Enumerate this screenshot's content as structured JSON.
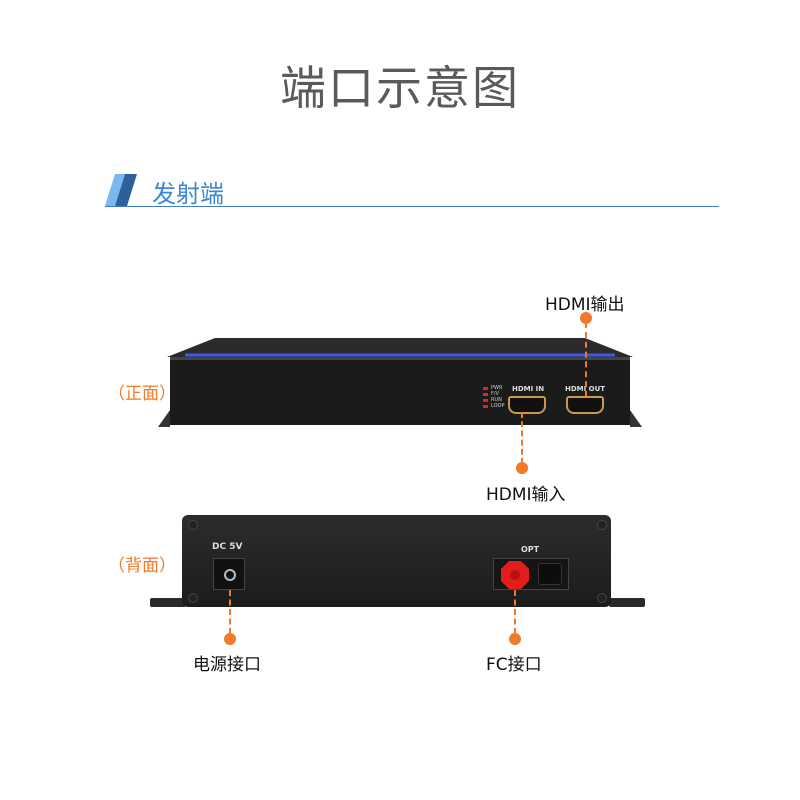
{
  "title": "端口示意图",
  "section": {
    "title": "发射端"
  },
  "front": {
    "view_label": "（正面）",
    "leds": [
      "PWR",
      "F/V",
      "RUN",
      "LOOP"
    ],
    "port_in_label": "HDMI IN",
    "port_out_label": "HDMI OUT",
    "callout_out": "HDMI输出",
    "callout_in": "HDMI输入"
  },
  "back": {
    "view_label": "（背面）",
    "dc_label": "DC 5V",
    "opt_label": "OPT",
    "callout_power": "电源接口",
    "callout_fc": "FC接口"
  },
  "colors": {
    "accent": "#f07a2a",
    "section_blue": "#3c86d6"
  }
}
